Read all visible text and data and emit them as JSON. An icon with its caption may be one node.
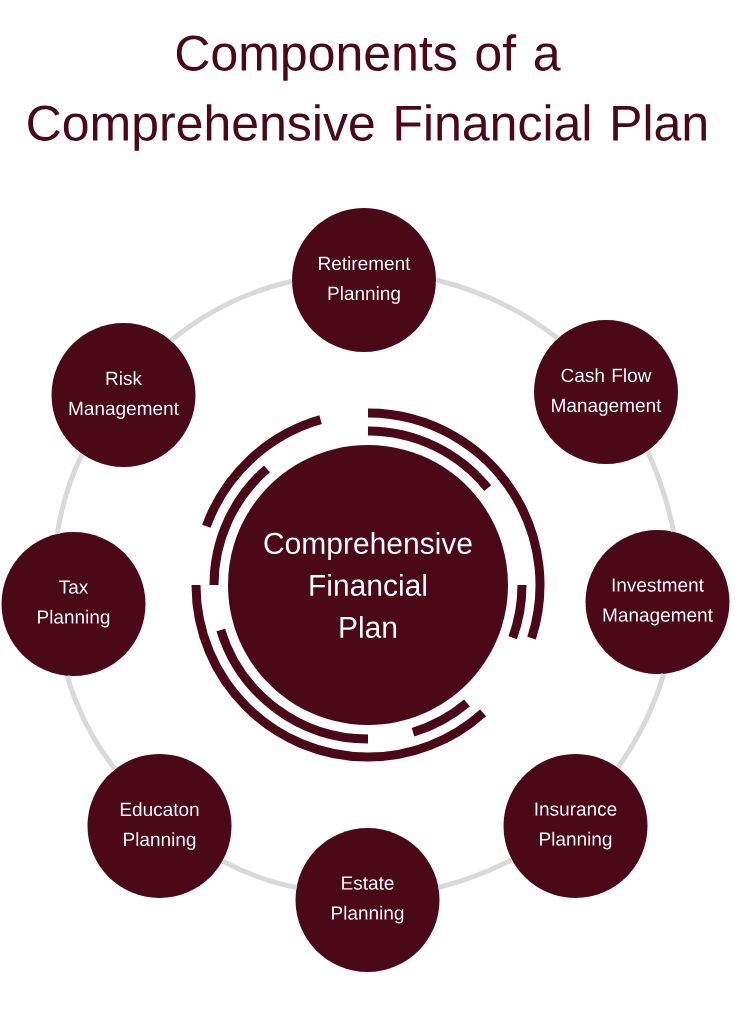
{
  "diagram": {
    "title": "Components of a Comprehensive Financial Plan",
    "nodes": [
      {
        "text": [
          "Retirement Planning"
        ]
      },
      {
        "text": [
          "Risk Management"
        ]
      },
      {
        "text": [
          "Cash Flow Management"
        ]
      },
      {
        "text": [
          "Tax Planning"
        ]
      },
      {
        "text": [
          "Comprehensive Financial Plan"
        ]
      },
      {
        "text": [
          "Investment Management"
        ]
      },
      {
        "text": [
          "Educaton Planning"
        ]
      },
      {
        "text": [
          "Insurance Planning"
        ]
      },
      {
        "text": [
          "Estate Planning"
        ]
      }
    ],
    "edges": [
      {
        "from": 0,
        "to": 2,
        "arrow": "none"
      },
      {
        "from": 2,
        "to": 5,
        "arrow": "none"
      },
      {
        "from": 5,
        "to": 7,
        "arrow": "none"
      },
      {
        "from": 7,
        "to": 8,
        "arrow": "none"
      },
      {
        "from": 8,
        "to": 6,
        "arrow": "none"
      },
      {
        "from": 6,
        "to": 3,
        "arrow": "none"
      },
      {
        "from": 3,
        "to": 1,
        "arrow": "none"
      },
      {
        "from": 1,
        "to": 0,
        "arrow": "none"
      }
    ]
  }
}
